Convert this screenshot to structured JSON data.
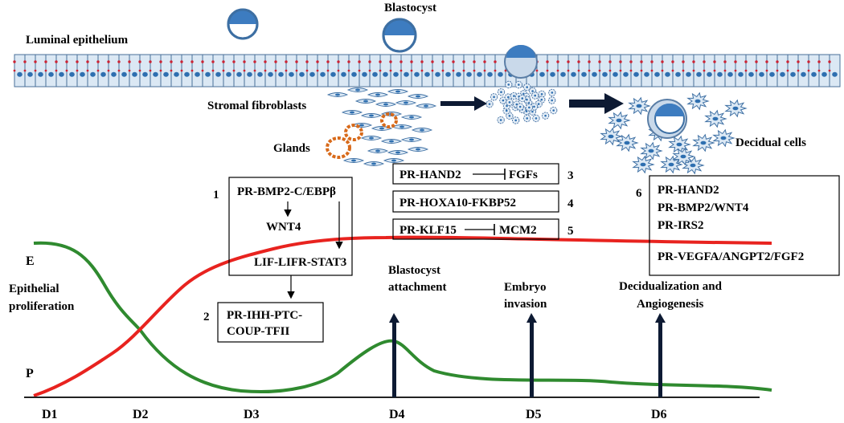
{
  "top": {
    "blastocyst_label": "Blastocyst",
    "luminal_label": "Luminal epithelium",
    "stromal_label": "Stromal fibroblasts",
    "glands_label": "Glands",
    "decidual_label": "Decidual cells"
  },
  "boxes": {
    "box1": {
      "number": "1",
      "line1": "PR-BMP2-C/EBPβ",
      "line2": "WNT4",
      "line3": "LIF-LIFR-STAT3"
    },
    "box2": {
      "number": "2",
      "line1": "PR-IHH-PTC-",
      "line2": "COUP-TFII"
    },
    "box3": {
      "number": "3",
      "left": "PR-HAND2",
      "right": "FGFs"
    },
    "box4": {
      "number": "4",
      "text": "PR-HOXA10-FKBP52"
    },
    "box5": {
      "number": "5",
      "left": "PR-KLF15",
      "right": "MCM2"
    },
    "box6": {
      "number": "6",
      "line1": "PR-HAND2",
      "line2": "PR-BMP2/WNT4",
      "line3": "PR-IRS2",
      "line4": "PR-VEGFA/ANGPT2/FGF2"
    }
  },
  "labels": {
    "E": "E",
    "P": "P",
    "epithelial_line1": "Epithelial",
    "epithelial_line2": "proliferation",
    "attach_line1": "Blastocyst",
    "attach_line2": "attachment",
    "invasion_line1": "Embryo",
    "invasion_line2": "invasion",
    "decid_line1": "Decidualization and",
    "decid_line2": "Angiogenesis"
  },
  "days": [
    "D1",
    "D2",
    "D3",
    "D4",
    "D5",
    "D6"
  ],
  "colors": {
    "estrogen_curve": "#e8231f",
    "progesterone_curve": "#2f8a2f",
    "membrane_dots": "#cc2233",
    "cell_fill": "#dbe8f4",
    "nucleus": "#2e6fb0",
    "blastocyst_fill": "#3d7cc0",
    "gland_color": "#d86a1a",
    "arrow_dark": "#0d1a33"
  }
}
